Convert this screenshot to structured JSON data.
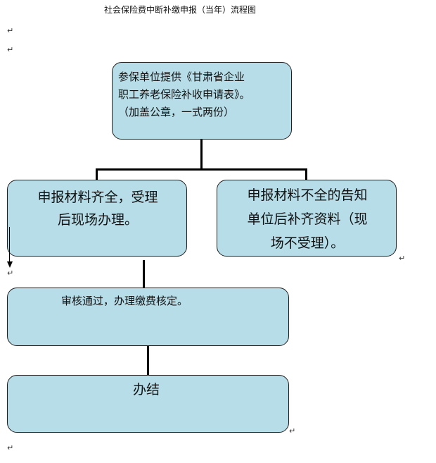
{
  "title": "社会保险费中断补缴申报（当年）流程图",
  "paragraph_mark": "↵",
  "boxes": {
    "top": {
      "text": "参保单位提供《甘肃省企业\n职工养老保险补收申请表》。\n（加盖公章，一式两份）"
    },
    "left": {
      "text": "申报材料齐全，受理\n后现场办理。"
    },
    "right": {
      "text": "申报材料不全的告知\n单位后补齐资料（现\n场不受理）。"
    },
    "middle": {
      "text": "审核通过，办理缴费核定。"
    },
    "bottom": {
      "text": "办结"
    }
  },
  "colors": {
    "box_fill": "#b7dde8",
    "box_border": "#202020",
    "connector": "#000000"
  }
}
